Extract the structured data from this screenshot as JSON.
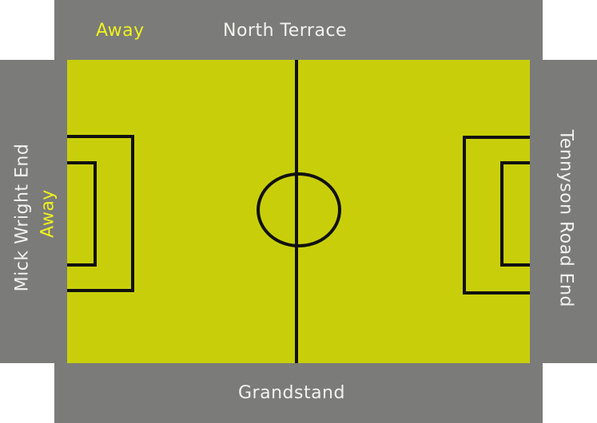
{
  "stands": {
    "north": "North Terrace",
    "south": "Grandstand",
    "west": "Mick Wright End",
    "east": "Tennyson Road End"
  },
  "away_labels": {
    "north": "Away",
    "west": "Away"
  },
  "colors": {
    "pitch": "#c8cf0a",
    "stand": "#7b7b79",
    "lines": "#111111",
    "away_text": "#eef11f",
    "stand_text": "#f2f2ee"
  }
}
